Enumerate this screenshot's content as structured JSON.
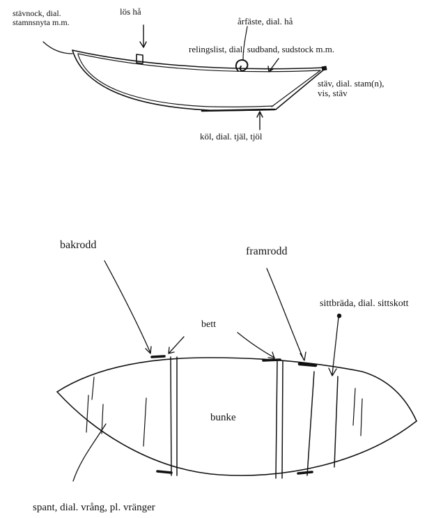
{
  "side_view": {
    "label_stavnock": {
      "line1": "stävnock, dial.",
      "line2": "stamnsnyta m.m."
    },
    "label_los_ha": "lös hå",
    "label_arfaste": "årfäste, dial. hå",
    "label_relingslist": "relingslist, dial. sudband, sudstock m.m.",
    "label_stav": {
      "line1": "stäv, dial. stam(n),",
      "line2": "vis, stäv"
    },
    "label_kol": "köl, dial. tjäl, tjöl"
  },
  "top_view": {
    "label_bakrodd": "bakrodd",
    "label_framrodd": "framrodd",
    "label_sittbrada": "sittbräda, dial. sittskott",
    "label_bett": "bett",
    "label_bunke": "bunke",
    "label_spant": "spant, dial. vrång, pl. vränger"
  },
  "colors": {
    "ink": "#111111",
    "background": "#ffffff"
  }
}
